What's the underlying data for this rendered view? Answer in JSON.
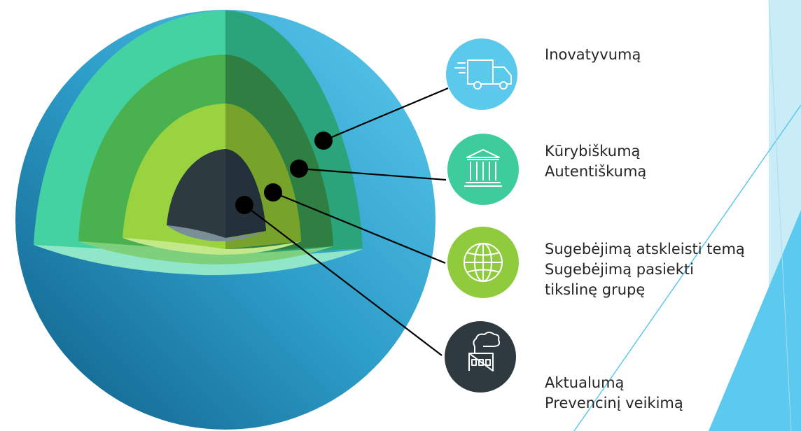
{
  "layers": [
    {
      "lines": [
        "Inovatyvumą"
      ],
      "icon": "truck-icon",
      "color": "#5bc9ec"
    },
    {
      "lines": [
        "Kūrybiškumą",
        "Autentiškumą"
      ],
      "icon": "bank-building-icon",
      "color": "#3fcc9c"
    },
    {
      "lines": [
        "Sugebėjimą atskleisti temą",
        "Sugebėjimą pasiekti",
        "tikslinę grupę"
      ],
      "icon": "globe-icon",
      "color": "#8fcb3d"
    },
    {
      "lines": [
        "Aktualumą",
        "Prevencinį veikimą"
      ],
      "icon": "factory-icon",
      "color": "#2e3a40"
    }
  ]
}
